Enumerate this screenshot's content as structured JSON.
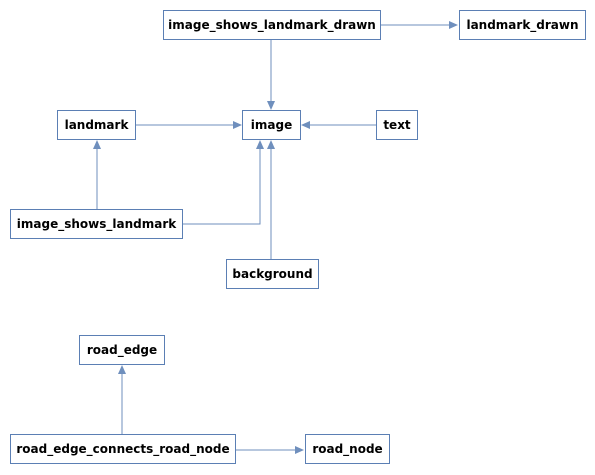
{
  "nodes": {
    "image_shows_landmark_drawn": "image_shows_landmark_drawn",
    "landmark_drawn": "landmark_drawn",
    "landmark": "landmark",
    "image": "image",
    "text": "text",
    "image_shows_landmark": "image_shows_landmark",
    "background": "background",
    "road_edge": "road_edge",
    "road_edge_connects_road_node": "road_edge_connects_road_node",
    "road_node": "road_node"
  },
  "edges": [
    {
      "from": "image_shows_landmark_drawn",
      "to": "landmark_drawn"
    },
    {
      "from": "image_shows_landmark_drawn",
      "to": "image"
    },
    {
      "from": "landmark",
      "to": "image"
    },
    {
      "from": "text",
      "to": "image"
    },
    {
      "from": "image_shows_landmark",
      "to": "landmark"
    },
    {
      "from": "image_shows_landmark",
      "to": "image"
    },
    {
      "from": "background",
      "to": "image"
    },
    {
      "from": "road_edge_connects_road_node",
      "to": "road_edge"
    },
    {
      "from": "road_edge_connects_road_node",
      "to": "road_node"
    }
  ],
  "colors": {
    "node_border": "#5b7fb4",
    "edge": "#6f8fbd",
    "text": "#000000",
    "background": "#ffffff"
  }
}
